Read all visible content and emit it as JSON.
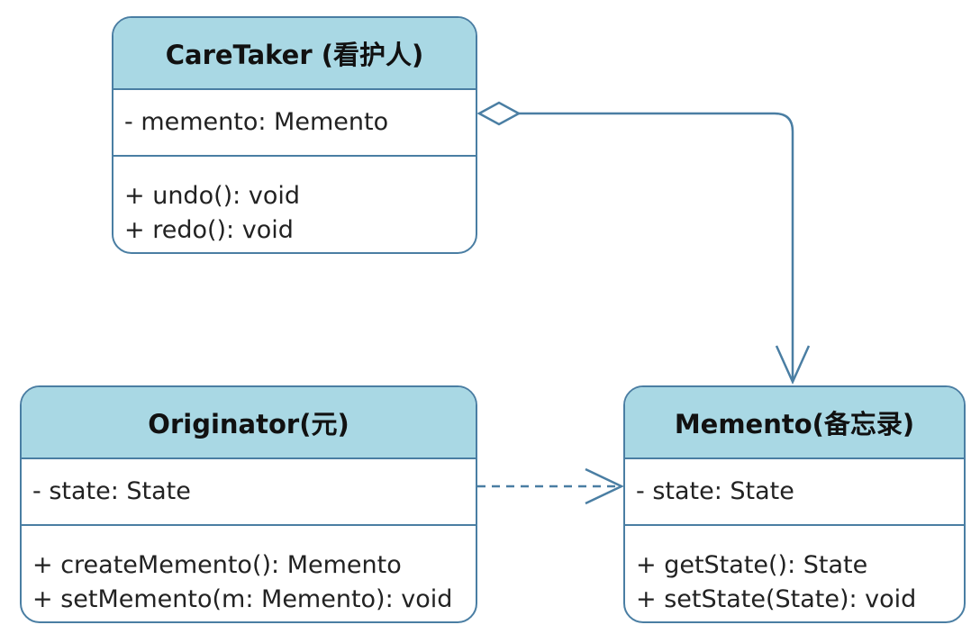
{
  "classes": {
    "caretaker": {
      "name": "CareTaker (看护人)",
      "attributes": [
        "- memento: Memento"
      ],
      "operations": [
        "+ undo(): void",
        "+ redo(): void"
      ]
    },
    "originator": {
      "name": "Originator(元)",
      "attributes": [
        "- state: State"
      ],
      "operations": [
        "+ createMemento(): Memento",
        "+ setMemento(m: Memento): void"
      ]
    },
    "memento": {
      "name": "Memento(备忘录)",
      "attributes": [
        "- state: State"
      ],
      "operations": [
        "+ getState(): State",
        "+ setState(State): void"
      ]
    }
  },
  "relationships": [
    {
      "from": "caretaker",
      "to": "memento",
      "kind": "aggregation"
    },
    {
      "from": "originator",
      "to": "memento",
      "kind": "dependency"
    }
  ],
  "colors": {
    "header_fill": "#a9d8e4",
    "border": "#4a7ea3",
    "text": "#222222"
  }
}
